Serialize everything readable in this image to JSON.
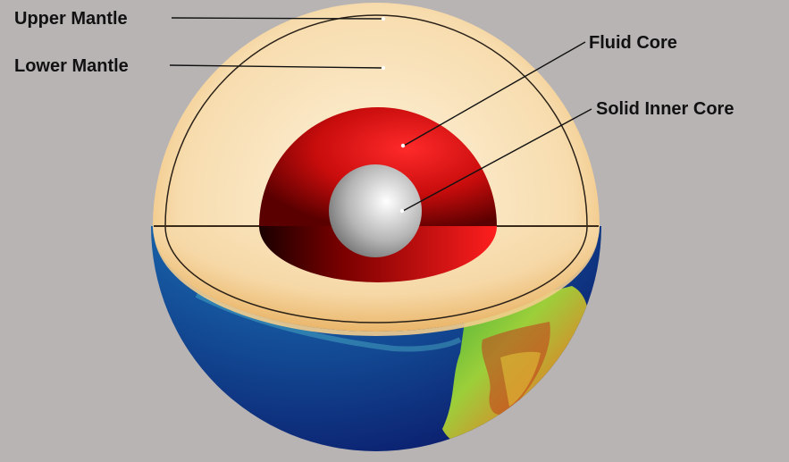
{
  "labels": {
    "upper_mantle": "Upper Mantle",
    "lower_mantle": "Lower Mantle",
    "fluid_core": "Fluid Core",
    "solid_inner_core": "Solid Inner Core"
  },
  "colors": {
    "background": "#b8b4b4",
    "mantle_light": "#fdf3dc",
    "mantle_edge": "#f0c27a",
    "fluid_core_light": "#ff2a2a",
    "fluid_core_dark": "#5a0000",
    "inner_core_light": "#ffffff",
    "inner_core_dark": "#6e6e6e",
    "ocean_light": "#35b6c8",
    "ocean_dark": "#0b1f6e",
    "land_green": "#3fae3a",
    "land_red": "#c23a1c"
  }
}
